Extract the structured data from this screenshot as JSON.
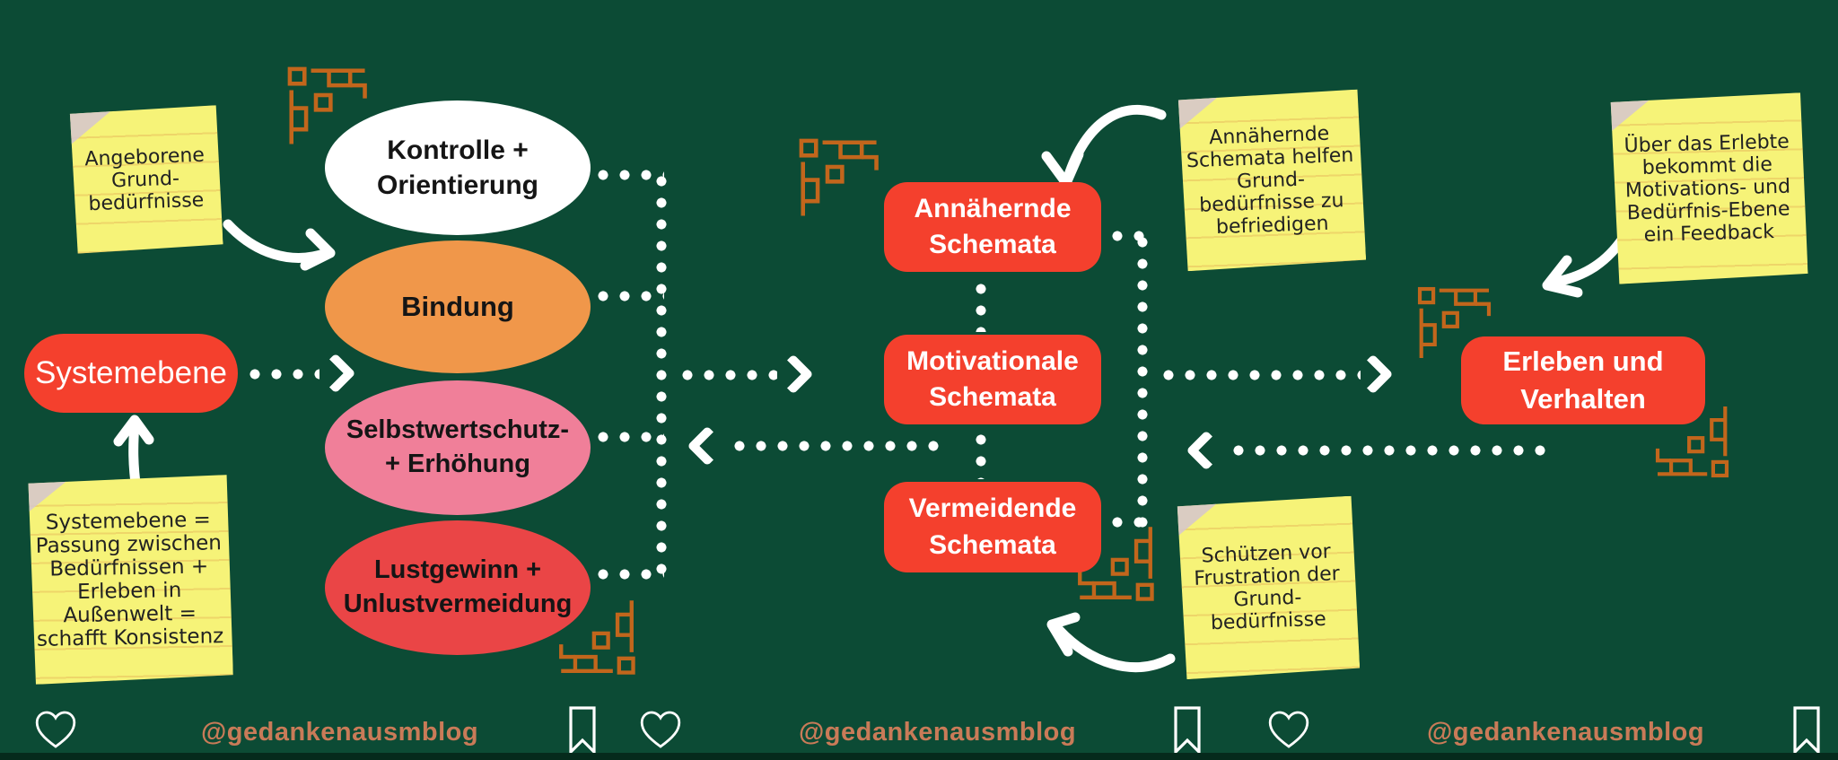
{
  "colors": {
    "background": "#0c4b35",
    "box_red": "#f4402d",
    "ellipse_white": "#ffffff",
    "ellipse_orange": "#f0974a",
    "ellipse_pink": "#f07f99",
    "ellipse_red": "#ea4546",
    "note_yellow": "#f6f378",
    "ornament_orange": "#c2661c",
    "footer_text": "#c97b58",
    "connector_dots": "#ffffff"
  },
  "ellipses": [
    {
      "id": "kontrolle",
      "label": "Kontrolle + Orientierung"
    },
    {
      "id": "bindung",
      "label": "Bindung"
    },
    {
      "id": "selbstwert",
      "label": "Selbstwertschutz- + Erhöhung"
    },
    {
      "id": "lustgewinn",
      "label": "Lustgewinn + Unlustvermeidung"
    }
  ],
  "boxes": [
    {
      "id": "systemebene",
      "label": "Systemebene"
    },
    {
      "id": "annaehernde",
      "label": "Annähernde Schemata"
    },
    {
      "id": "motivationale",
      "label": "Motivationale Schemata"
    },
    {
      "id": "vermeidende",
      "label": "Vermeidende Schemata"
    },
    {
      "id": "erleben",
      "label": "Erleben und Verhalten"
    }
  ],
  "notes": [
    {
      "id": "angeborene",
      "text": "Angeborene\nGrund-\nbedürfnisse"
    },
    {
      "id": "systemebene_definition",
      "text": "Systemebene =\nPassung zwischen\nBedürfnissen +\nErleben in\nAußenwelt =\nschafft Konsistenz"
    },
    {
      "id": "annaehernde_erklaerung",
      "text": "Annähernde\nSchemata helfen\nGrund-\nbedürfnisse zu\nbefriedigen"
    },
    {
      "id": "schuetzen_erklaerung",
      "text": "Schützen vor\nFrustration der\nGrund-\nbedürfnisse"
    },
    {
      "id": "feedback_erklaerung",
      "text": "Über das Erlebte\nbekommt die\nMotivations- und\nBedürfnis-Ebene\nein Feedback"
    }
  ],
  "footer": {
    "handle": "@gedankenausmblog"
  }
}
